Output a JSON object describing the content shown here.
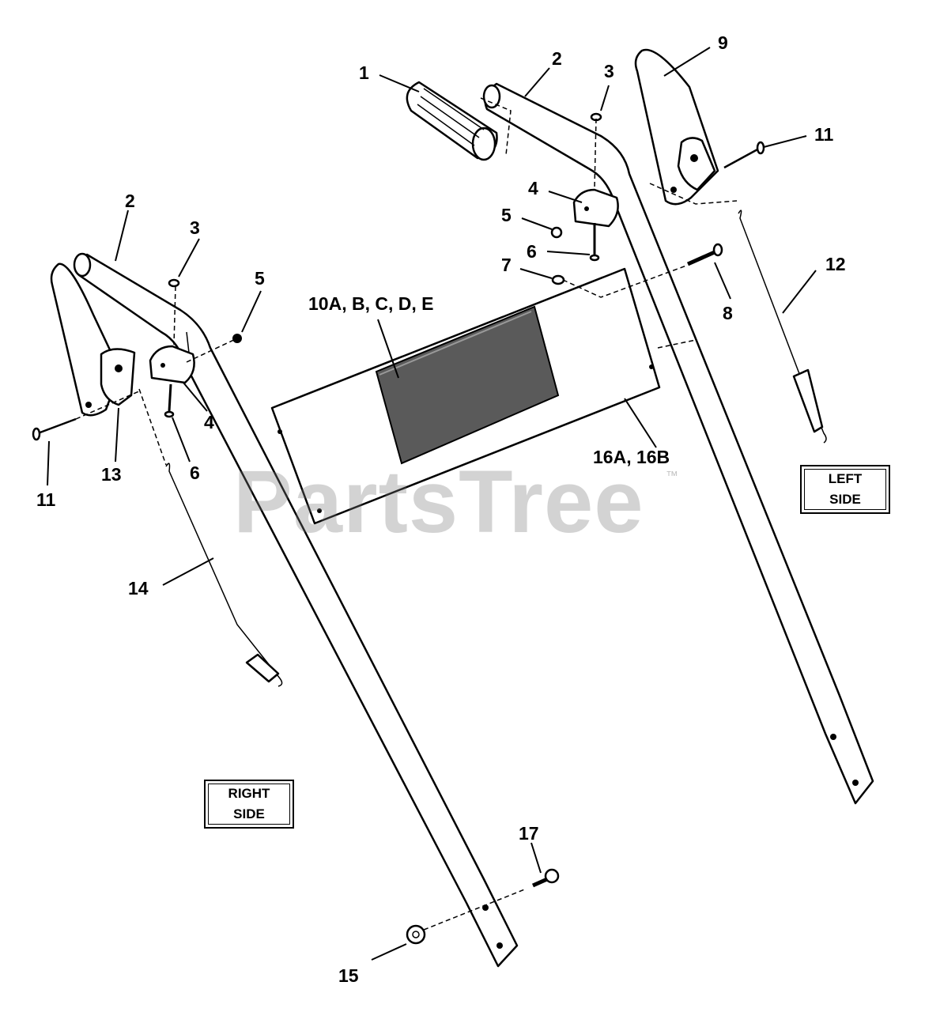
{
  "diagram": {
    "watermark": "PartsTree",
    "watermark_tm": "™",
    "side_labels": {
      "left": [
        "LEFT",
        "SIDE"
      ],
      "right": [
        "RIGHT",
        "SIDE"
      ]
    },
    "callouts": [
      {
        "id": "1",
        "text": "1"
      },
      {
        "id": "2a",
        "text": "2"
      },
      {
        "id": "3a",
        "text": "3"
      },
      {
        "id": "9",
        "text": "9"
      },
      {
        "id": "11a",
        "text": "11"
      },
      {
        "id": "4a",
        "text": "4"
      },
      {
        "id": "5a",
        "text": "5"
      },
      {
        "id": "6a",
        "text": "6"
      },
      {
        "id": "7",
        "text": "7"
      },
      {
        "id": "12",
        "text": "12"
      },
      {
        "id": "8",
        "text": "8"
      },
      {
        "id": "2b",
        "text": "2"
      },
      {
        "id": "3b",
        "text": "3"
      },
      {
        "id": "5b",
        "text": "5"
      },
      {
        "id": "10",
        "text": "10A, B, C, D, E"
      },
      {
        "id": "4b",
        "text": "4"
      },
      {
        "id": "13",
        "text": "13"
      },
      {
        "id": "6b",
        "text": "6"
      },
      {
        "id": "11b",
        "text": "11"
      },
      {
        "id": "16",
        "text": "16A, 16B"
      },
      {
        "id": "14",
        "text": "14"
      },
      {
        "id": "17",
        "text": "17"
      },
      {
        "id": "15",
        "text": "15"
      }
    ]
  }
}
